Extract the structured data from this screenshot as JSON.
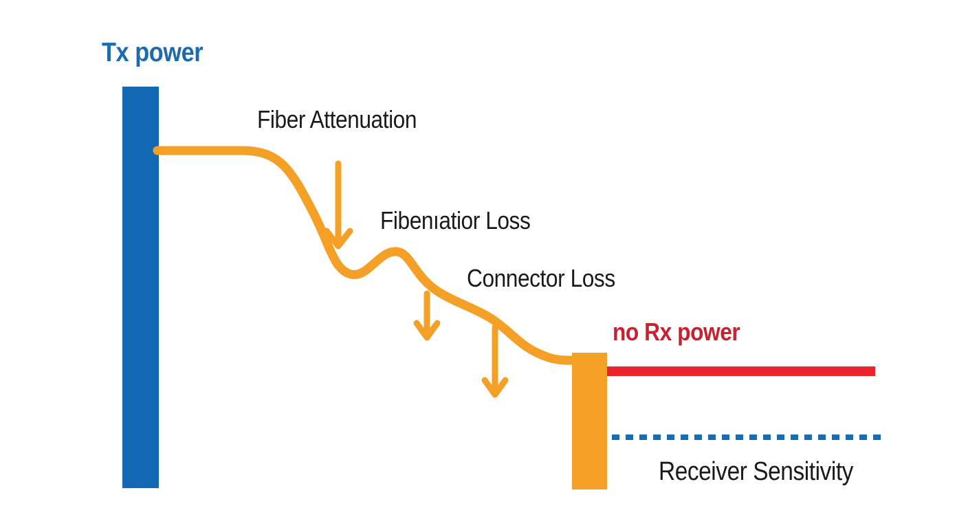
{
  "diagram": {
    "type": "optical-power-budget-diagram",
    "labels": {
      "tx_power": "Tx power",
      "fiber_attenuation": "Fiber Attenuation",
      "fiber_loss_2": "Fibenıatior Loss",
      "connector_loss": "Connector Loss",
      "no_rx_power": "no Rx power",
      "receiver_sensitivity": "Receiver Sensitivity"
    },
    "elements": {
      "tx_power_bar": "tall blue vertical bar on left representing transmitter power level",
      "power_curve": "orange curve descending in steps from Tx bar to Rx bar, showing cumulative losses",
      "loss_arrows": "three orange downward arrows marking Fiber Attenuation, second fiber loss, and Connector Loss",
      "rx_power_bar": "short orange vertical bar representing remaining power at receiver",
      "no_rx_power_line": "solid red horizontal line at received power level",
      "receiver_sensitivity_line": "blue dotted horizontal line below the red line marking receiver sensitivity threshold"
    },
    "colors": {
      "blue_bar": "#1268b3",
      "blue_text": "#1b6bae",
      "orange": "#f4a026",
      "red_line": "#e8232b",
      "red_text": "#cb2030",
      "black_text": "#1a1a1a",
      "dotted_blue": "#1b6cb0",
      "background": "#ffffff"
    }
  }
}
